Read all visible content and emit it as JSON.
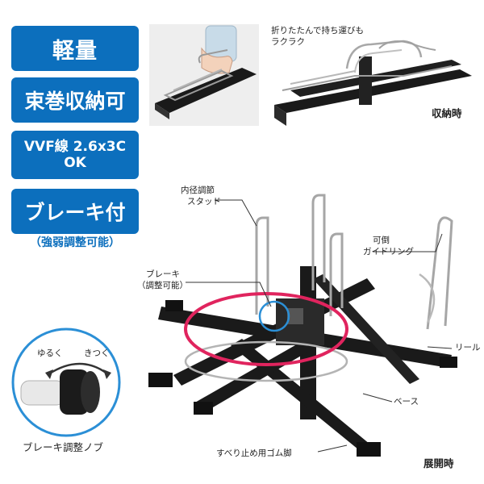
{
  "badges": {
    "lightweight": "軽量",
    "bundle_storage": "束巻収納可",
    "vvf_line1": "VVF線 2.6x3C",
    "vvf_line2": "OK",
    "brake": "ブレーキ付",
    "brake_note": "（強弱調整可能）"
  },
  "top": {
    "fold_caption_line1": "折りたたんで持ち運びも",
    "fold_caption_line2": "ラクラク",
    "stored_label": "収納時"
  },
  "labels": {
    "stud_line1": "内径調節",
    "stud_line2": "スタッド",
    "guide_line1": "可倒",
    "guide_line2": "ガイドリング",
    "brake_line1": "ブレーキ",
    "brake_line2": "（調整可能）",
    "reel": "リール",
    "base": "ベース",
    "rubber_feet": "すべり止め用ゴム脚",
    "deployed_label": "展開時"
  },
  "knob": {
    "loosen": "ゆるく",
    "tighten": "きつく",
    "caption": "ブレーキ調整ノブ"
  },
  "colors": {
    "badge_blue": "#0c6fbd",
    "highlight_red": "#e0245e",
    "inset_blue": "#2b8fd6",
    "frame": "#1a1a1a"
  }
}
